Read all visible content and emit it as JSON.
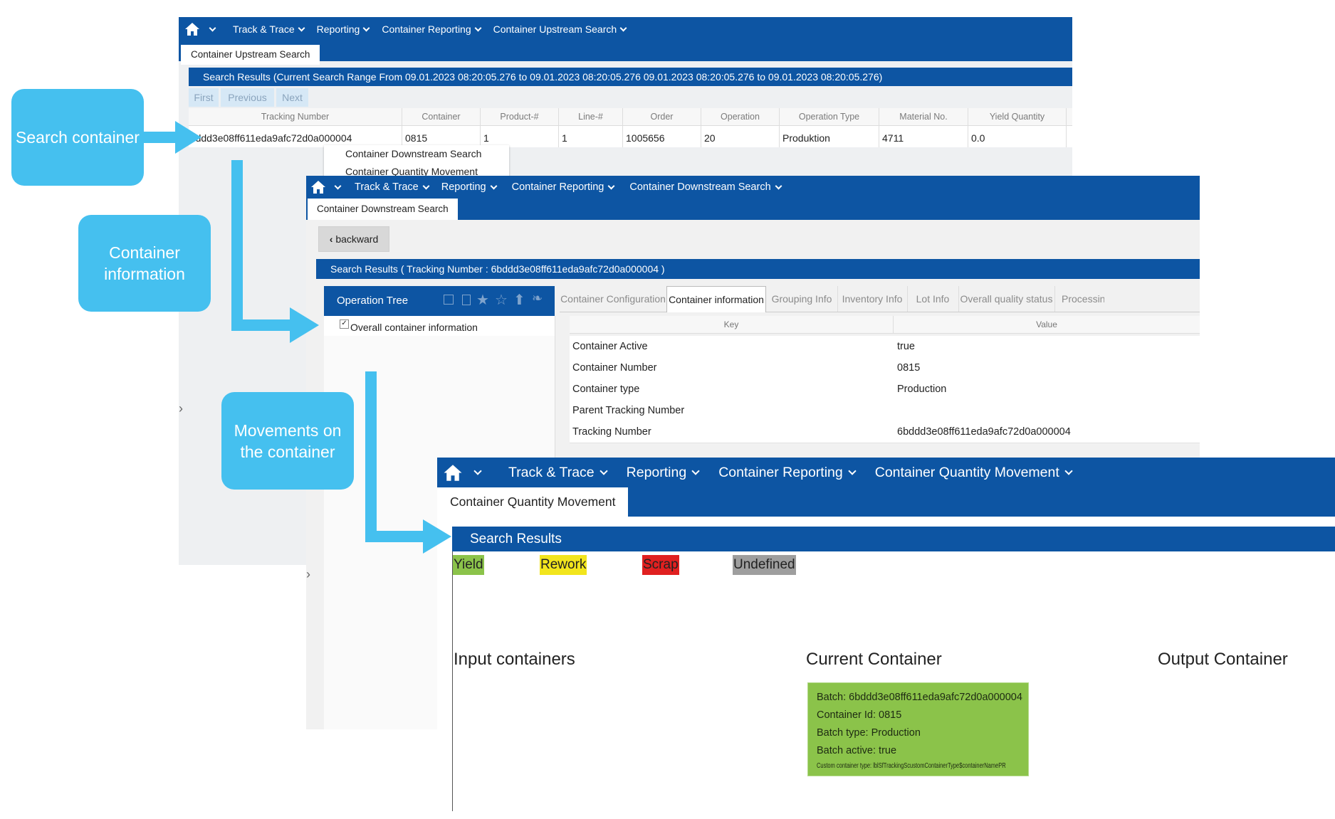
{
  "window1": {
    "nav": [
      "Track & Trace",
      "Reporting",
      "Container Reporting",
      "Container Upstream Search"
    ],
    "tab": "Container Upstream Search",
    "results_title": "Search Results (Current Search Range From 09.01.2023 08:20:05.276 to 09.01.2023 08:20:05.276 09.01.2023 08:20:05.276 to 09.01.2023 08:20:05.276)",
    "pager": [
      "First",
      "Previous",
      "Next"
    ],
    "columns": [
      "Tracking Number",
      "Container",
      "Product-#",
      "Line-#",
      "Order",
      "Operation",
      "Operation Type",
      "Material No.",
      "Yield Quantity"
    ],
    "row": [
      "6bddd3e08ff611eda9afc72d0a000004",
      "0815",
      "1",
      "1",
      "1005656",
      "20",
      "Produktion",
      "4711",
      "0.0"
    ],
    "context_menu": [
      "Container Downstream Search",
      "Container Quantity Movement"
    ]
  },
  "window2": {
    "nav": [
      "Track & Trace",
      "Reporting",
      "Container Reporting",
      "Container Downstream Search"
    ],
    "tab": "Container Downstream Search",
    "back_label": "backward",
    "results_title": "Search Results ( Tracking Number : 6bddd3e08ff611eda9afc72d0a000004 )",
    "tree_title": "Operation Tree",
    "tree_item": "Overall container information",
    "tabs": [
      "Container Configuration",
      "Container information",
      "Grouping Info",
      "Inventory Info",
      "Lot Info",
      "Overall quality status",
      "Processin"
    ],
    "kv_headers": [
      "Key",
      "Value"
    ],
    "kv_rows": [
      [
        "Container Active",
        "true"
      ],
      [
        "Container Number",
        "0815"
      ],
      [
        "Container type",
        "Production"
      ],
      [
        "Parent Tracking Number",
        ""
      ],
      [
        "Tracking Number",
        "6bddd3e08ff611eda9afc72d0a000004"
      ]
    ]
  },
  "window3": {
    "nav": [
      "Track & Trace",
      "Reporting",
      "Container Reporting",
      "Container Quantity Movement"
    ],
    "tab": "Container Quantity Movement",
    "results_title": "Search Results",
    "legend": [
      {
        "label": "Yield",
        "color": "#8bc34a"
      },
      {
        "label": "Rework",
        "color": "#f2e51d"
      },
      {
        "label": "Scrap",
        "color": "#e02020"
      },
      {
        "label": "Undefined",
        "color": "#9e9e9e"
      }
    ],
    "columns": [
      "Input containers",
      "Current Container",
      "Output Container"
    ],
    "card": [
      "Batch: 6bddd3e08ff611eda9afc72d0a000004",
      "Container Id: 0815",
      "Batch type: Production",
      "Batch active: true",
      "Custom container type: lblSfTrackingScustomContainerType$containerNamePR"
    ]
  },
  "callouts": {
    "search": "Search container",
    "info": "Container information",
    "movements": "Movements on the container"
  },
  "colors": {
    "brand_blue": "#0d55a3",
    "callout_blue": "#45c0ef",
    "card_green": "#8bc34a"
  }
}
